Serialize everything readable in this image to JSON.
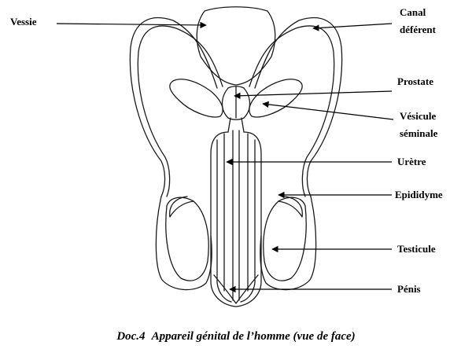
{
  "labels": {
    "vessie": "Vessie",
    "canal_line1": "Canal",
    "canal_line2": "déférent",
    "prostate": "Prostate",
    "vesicule_line1": "Vésicule",
    "vesicule_line2": "séminale",
    "uretre": "Urètre",
    "epididyme": "Epididyme",
    "testicule": "Testicule",
    "penis": "Pénis"
  },
  "caption": {
    "doc": "Doc.4",
    "title": "Appareil génital de l’homme (vue de face)"
  }
}
